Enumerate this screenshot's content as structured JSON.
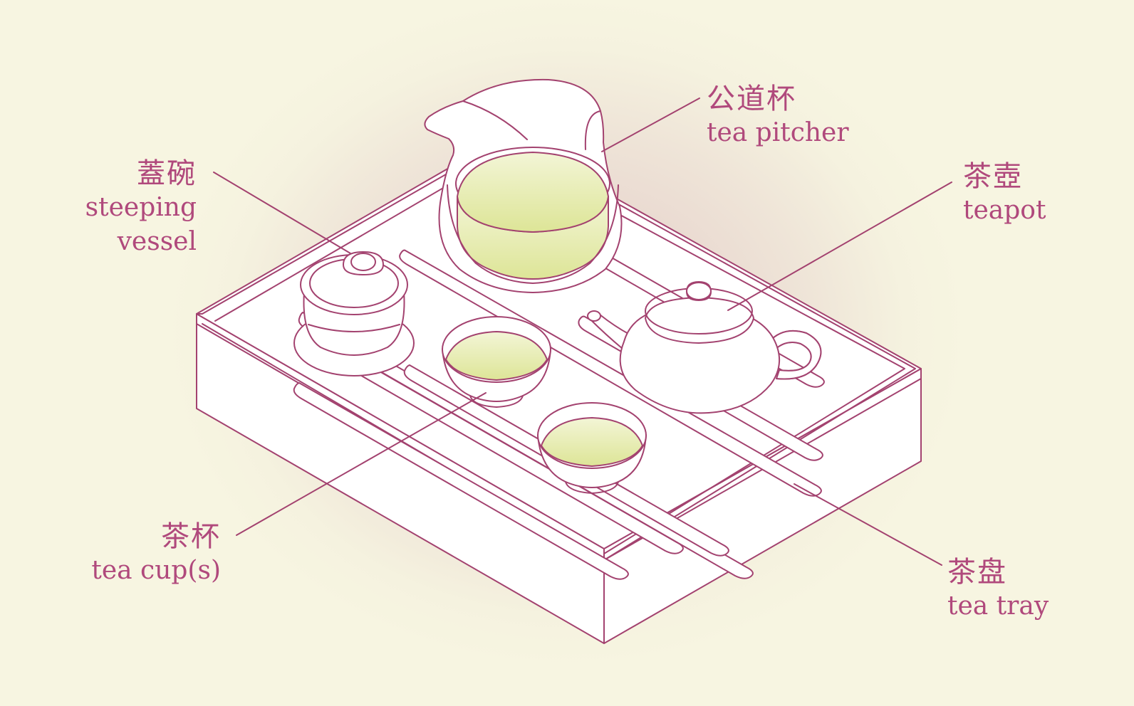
{
  "labels": {
    "pitcher": {
      "zh": "公道杯",
      "en": "tea pitcher"
    },
    "gaiwan": {
      "zh": "蓋碗",
      "en_line1": "steeping",
      "en_line2": "vessel"
    },
    "teapot": {
      "zh": "茶壺",
      "en": "teapot"
    },
    "cups": {
      "zh": "茶杯",
      "en": "tea cup(s)"
    },
    "tray": {
      "zh": "茶盘",
      "en": "tea tray"
    }
  },
  "colors": {
    "stroke": "#a3426f",
    "text": "#b0497c",
    "fill": "#ffffff",
    "tea_top": "#f1f3cf",
    "tea_bottom": "#dfe79a",
    "background_center": "#e2ccc9",
    "background_edge": "#f7f5e1"
  }
}
